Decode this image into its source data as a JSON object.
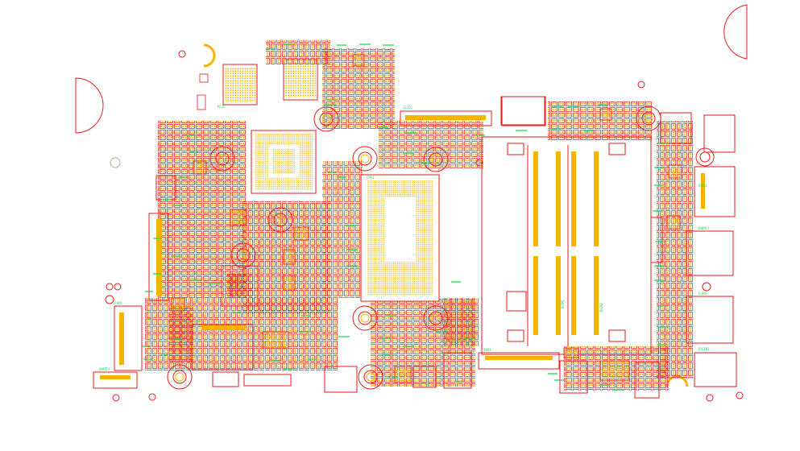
{
  "colors": {
    "outline": "#e31b1b",
    "pad": "#f5b400",
    "silk": "#1bd64f",
    "background": "#ffffff",
    "hole": "#b8b8a0"
  },
  "labels": {
    "cpu_label": "CPU1",
    "dimm_label_1": "JDIM1",
    "dimm_label_2": "JDIM2",
    "pcb_label": "PC13",
    "usb_label": "JUSB1",
    "hdmi_label": "JHDMI1",
    "lan_label": "JLAN1",
    "pwr_label": "JDCIN1",
    "fan_label": "JFAN1",
    "batt_label": "JBATT1",
    "kb_label": "JKB1",
    "lcd_label": "JLCD1",
    "audio_label": "JAUD1"
  }
}
